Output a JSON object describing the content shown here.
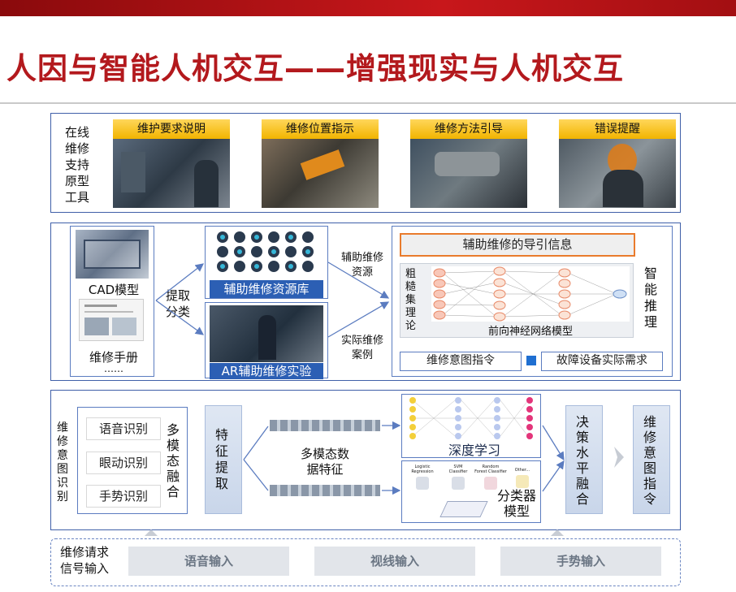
{
  "title": "人因与智能人机交互——增强现实与人机交互",
  "top": {
    "side_label": "在线\n维修\n支持\n原型\n工具",
    "cards": [
      "维护要求说明",
      "维修位置指示",
      "维修方法引导",
      "错误提醒"
    ]
  },
  "middle": {
    "cad_label": "CAD模型",
    "manual_label": "维修手册",
    "manual_dots": "……",
    "extract_label": "提取\n分类",
    "resource_lib": "辅助维修资源库",
    "ar_exp": "AR辅助维修实验",
    "aux_resource": "辅助维修\n资源",
    "actual_case": "实际维修\n案例",
    "guide_info": "辅助维修的导引信息",
    "theory": "粗\n糙\n集\n理\n论",
    "nn_model": "前向神经网络模型",
    "smart_infer": "智\n能\n推\n理",
    "intent_cmd": "维修意图指令",
    "fault_need": "故障设备实际需求"
  },
  "lower": {
    "side_label": "维\n修\n意\n图\n识\n别",
    "recog": [
      "语音识别",
      "眼动识别",
      "手势识别"
    ],
    "fusion": "多\n模\n态\n融\n合",
    "feature": "特\n征\n提\n取",
    "multimodal": "多模态数\n据特征",
    "deep": "深度学习",
    "classifiers": [
      "Logistic\nRegression",
      "SVM\nClassifier",
      "Random\nForest Classifier",
      "Other..."
    ],
    "classifier_model": "分类器\n模型",
    "decision": "决\n策\n水\n平\n融\n合",
    "intent_out": "维\n修\n意\n图\n指\n令"
  },
  "bottom": {
    "label": "维修请求\n信号输入",
    "inputs": [
      "语音输入",
      "视线输入",
      "手势输入"
    ]
  }
}
